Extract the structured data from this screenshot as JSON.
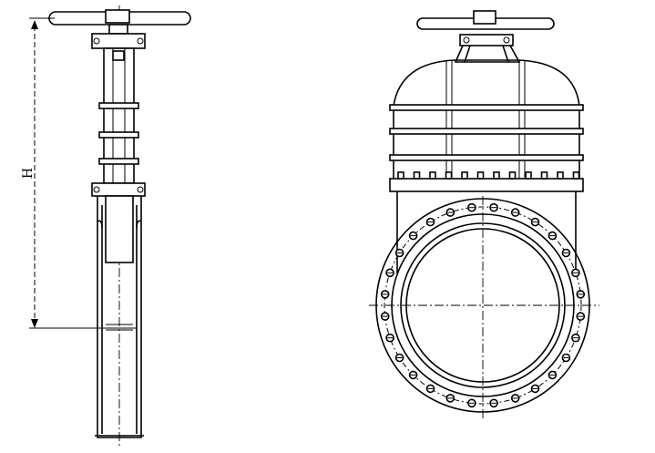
{
  "drawing": {
    "dimension_label": "H",
    "left_view_name": "side-view",
    "right_view_name": "front-view",
    "bolt_count": 28,
    "stroke_color": "#000000",
    "background_color": "#ffffff"
  }
}
